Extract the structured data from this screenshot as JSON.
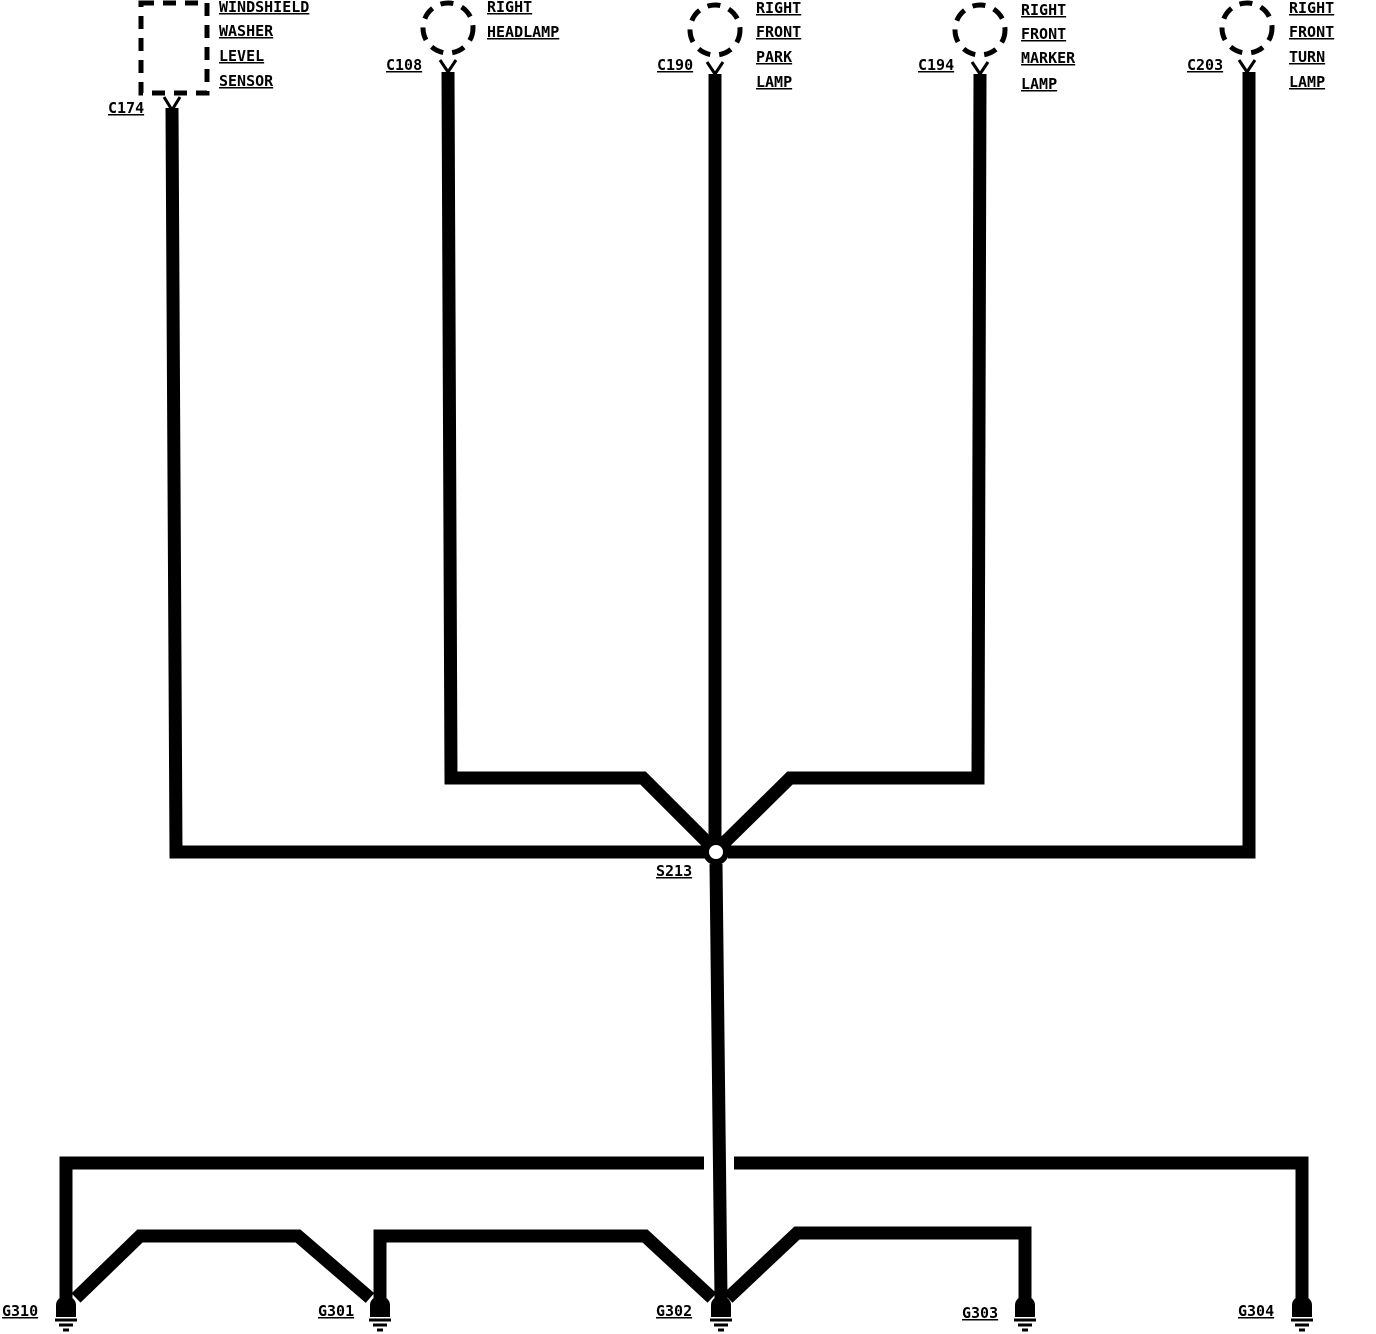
{
  "components": {
    "washer_sensor": [
      "WINDSHIELD",
      "WASHER",
      "LEVEL",
      "SENSOR"
    ],
    "headlamp": [
      "RIGHT",
      "HEADLAMP"
    ],
    "park_lamp": [
      "RIGHT",
      "FRONT",
      "PARK",
      "LAMP"
    ],
    "marker_lamp": [
      "RIGHT",
      "FRONT",
      "MARKER",
      "LAMP"
    ],
    "turn_lamp": [
      "RIGHT",
      "FRONT",
      "TURN",
      "LAMP"
    ]
  },
  "connectors": {
    "c174": "C174",
    "c108": "C108",
    "c190": "C190",
    "c194": "C194",
    "c203": "C203"
  },
  "splice": {
    "s213": "S213"
  },
  "grounds": {
    "g310": "G310",
    "g301": "G301",
    "g302": "G302",
    "g303": "G303",
    "g304": "G304"
  }
}
